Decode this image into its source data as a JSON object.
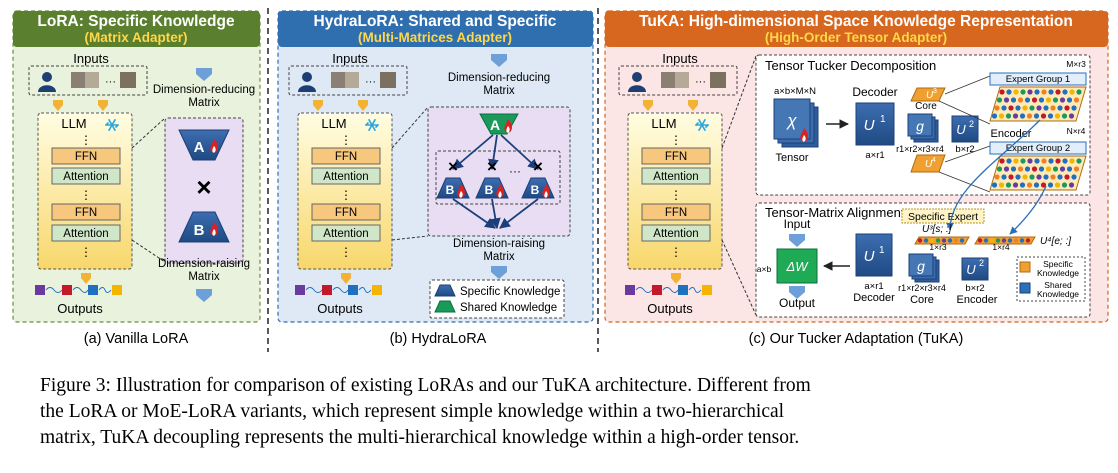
{
  "panels": {
    "lora": {
      "title": "LoRA: Specific Knowledge",
      "subtitle": "(Matrix Adapter)",
      "caption": "(a) Vanilla LoRA",
      "inputs": "Inputs",
      "outputs": "Outputs",
      "llm": "LLM",
      "ffn": "FFN",
      "attention": "Attention",
      "dots": "⋮",
      "reduce": [
        "Dimension-reducing",
        "Matrix"
      ],
      "raise": [
        "Dimension-raising",
        "Matrix"
      ],
      "a_label": "A",
      "b_label": "B",
      "times": "×"
    },
    "hydra": {
      "title": "HydraLoRA: Shared and Specific",
      "subtitle": "(Multi-Matrices Adapter)",
      "caption": "(b) HydraLoRA",
      "inputs": "Inputs",
      "outputs": "Outputs",
      "llm": "LLM",
      "ffn": "FFN",
      "attention": "Attention",
      "reduce": [
        "Dimension-reducing",
        "Matrix"
      ],
      "raise": [
        "Dimension-raising",
        "Matrix"
      ],
      "a_label": "A",
      "b_label": "B",
      "ellipsis": "···",
      "legend_specific": "Specific Knowledge",
      "legend_shared": "Shared Knowledge"
    },
    "tuka": {
      "title": "TuKA: High-dimensional Space Knowledge Representation",
      "subtitle": "(High-Order Tensor Adapter)",
      "caption": "(c) Our Tucker Adaptation (TuKA)",
      "inputs": "Inputs",
      "outputs": "Outputs",
      "llm": "LLM",
      "ffn": "FFN",
      "attention": "Attention",
      "tucker_title": "Tensor Tucker Decomposition",
      "tensor_dims": "a×b×M×N",
      "tensor_symbol": "χ",
      "tensor_label": "Tensor",
      "decoder": "Decoder",
      "u1": "U",
      "u1_sup": "1",
      "u1_dims": "a×r1",
      "core": "Core",
      "core_symbol": "g",
      "core_dims": "r1×r2×r3×r4",
      "u2": "U",
      "u2_sup": "2",
      "u2_dims": "b×r2",
      "u3_sup": "3",
      "u4_sup": "4",
      "m_r3": "M×r3",
      "n_r4": "N×r4",
      "expert_group_1": "Expert Group 1",
      "expert_group_2": "Expert Group 2",
      "encoder": "Encoder",
      "align_title": "Tensor-Matrix Alignment",
      "specific_expert": "Specific Expert",
      "input": "Input",
      "output": "Output",
      "delta_w": "ΔW",
      "a_b": "a×b",
      "decoder2": "Decoder",
      "encoder2": "Encoder",
      "core2": "Core",
      "u3_row": "U³[s; :]",
      "u3_row_dims": "1×r3",
      "u4_row": "U⁴[e; :]",
      "u4_row_dims": "1×r4",
      "legend_specific": [
        "Specific",
        "Knowledge"
      ],
      "legend_shared": [
        "Shared",
        "Knowledge"
      ]
    }
  },
  "caption_lines": [
    "Figure 3: Illustration for comparison of existing LoRAs and our TuKA architecture. Different from",
    "the LoRA or MoE-LoRA variants, which represent simple knowledge within a two-hierarchical",
    "matrix, TuKA decoupling represents the multi-hierarchical knowledge within a high-order tensor."
  ],
  "colors": {
    "lora_header": "#5a7f2e",
    "hydra_header": "#2f6fb0",
    "tuka_header": "#d7661e",
    "subtitle": "#ffd84a",
    "lora_bg": "#e9f2dc",
    "hydra_bg": "#dfe9f5",
    "tuka_bg": "#fbe5e5",
    "adapter_bg": "#e8ddf2",
    "matrix_blue": "#2e5c9a",
    "shared_green": "#1a9a5a",
    "ffn": "#f6c77d",
    "attention": "#cfe7c8",
    "arrow_blue": "#6d9fd8",
    "arrow_yellow": "#f2b233",
    "flame": "#d92323"
  }
}
